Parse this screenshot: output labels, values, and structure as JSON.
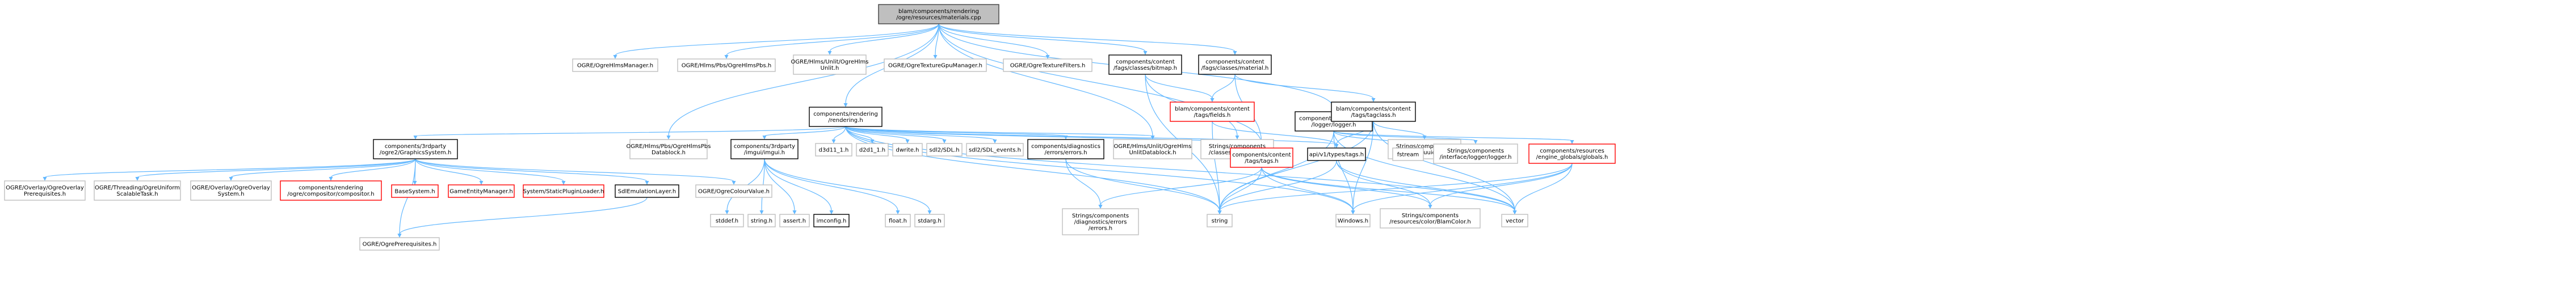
{
  "title": "blam/components/rendering/ogre/resources/materials.cpp",
  "colors": {
    "edge": "#63b8ff",
    "edge_dark": "#191970",
    "root_fill": "#bfbfbf"
  },
  "nodes": {
    "root": [
      "blam/components/rendering",
      "/ogre/resources/materials.cpp"
    ],
    "ogre_hlms_manager": [
      "OGRE/OgreHlmsManager.h"
    ],
    "ogre_hlms_pbs": [
      "OGRE/Hlms/Pbs/OgreHlmsPbs.h"
    ],
    "ogre_hlms_unlit": [
      "OGRE/Hlms/Unlit/OgreHlms",
      "Unlit.h"
    ],
    "ogre_texture_gpu_manager": [
      "OGRE/OgreTextureGpuManager.h"
    ],
    "ogre_texture_filters": [
      "OGRE/OgreTextureFilters.h"
    ],
    "content_bitmap": [
      "components/content",
      "/fags/classes/bitmap.h"
    ],
    "content_material": [
      "components/content",
      "/fags/classes/material.h"
    ],
    "diagnostics_logger": [
      "components/diagnostics",
      "/logger/logger.h"
    ],
    "hlms_pbs_datablock": [
      "OGRE/Hlms/Pbs/OgreHlmsPbs",
      "Datablock.h"
    ],
    "rendering_h": [
      "components/rendering",
      "/rendering.h"
    ],
    "graphics_system": [
      "components/3rdparty",
      "/ogre2/GraphicsSystem.h"
    ],
    "overlay_prereq": [
      "OGRE/Overlay/OgreOverlay",
      "Prerequisites.h"
    ],
    "threading_task": [
      "OGRE/Threading/OgreUniform",
      "ScalableTask.h"
    ],
    "overlay_system": [
      "OGRE/Overlay/OgreOverlay",
      "System.h"
    ],
    "compositor": [
      "components/rendering",
      "/ogre/compositor/compositor.h"
    ],
    "base_system": [
      "BaseSystem.h"
    ],
    "game_entity_manager": [
      "GameEntityManager.h"
    ],
    "static_plugin_loader": [
      "System/StaticPluginLoader.h"
    ],
    "sdl_emulation": [
      "SdlEmulationLayer.h"
    ],
    "colour_value": [
      "OGRE/OgreColourValue.h"
    ],
    "ogre_prereq": [
      "OGRE/OgrePrerequisites.h"
    ],
    "imgui_h": [
      "components/3rdparty",
      "/imgui/imgui.h"
    ],
    "stddef": [
      "stddef.h"
    ],
    "string_h": [
      "string.h"
    ],
    "assert_h": [
      "assert.h"
    ],
    "imconfig": [
      "imconfig.h"
    ],
    "float_h": [
      "float.h"
    ],
    "stdarg_h": [
      "stdarg.h"
    ],
    "d3d11": [
      "d3d11_1.h"
    ],
    "d2d1": [
      "d2d1_1.h"
    ],
    "dwrite": [
      "dwrite.h"
    ],
    "sdl2": [
      "sdl2/SDL.h"
    ],
    "sdl2_events": [
      "sdl2/SDL_events.h"
    ],
    "diag_errors": [
      "components/diagnostics",
      "/errors/errors.h"
    ],
    "strings_errors": [
      "Strings/components",
      "/diagnostics/errors",
      "/errors.h"
    ],
    "unlit_datablock": [
      "OGRE/Hlms/Unlit/OgreHlms",
      "UnlitDatablock.h"
    ],
    "strings_map": [
      "Strings/components",
      "/classes/map/map.h"
    ],
    "blam_fields": [
      "blam/components/content",
      "/tags/fields.h"
    ],
    "content_tags": [
      "components/content",
      "/tags/tags.h"
    ],
    "api_types": [
      "api/v1/types/tags.h"
    ],
    "blam_tag_class": [
      "blam/components/content",
      "/tags/tagclass.h"
    ],
    "strings_uuid": [
      "Strings/components",
      "/utils/uuid.h"
    ],
    "string_std": [
      "string"
    ],
    "windows_h": [
      "Windows.h"
    ],
    "strings_color": [
      "Strings/components",
      "/resources/color/BlamColor.h"
    ],
    "vector_std": [
      "vector"
    ],
    "fstream": [
      "fstream"
    ],
    "strings_logger": [
      "Strings/components",
      "/interface/logger/logger.h"
    ],
    "resources_globals": [
      "components/resources",
      "/engine_globals/globals.h"
    ]
  }
}
